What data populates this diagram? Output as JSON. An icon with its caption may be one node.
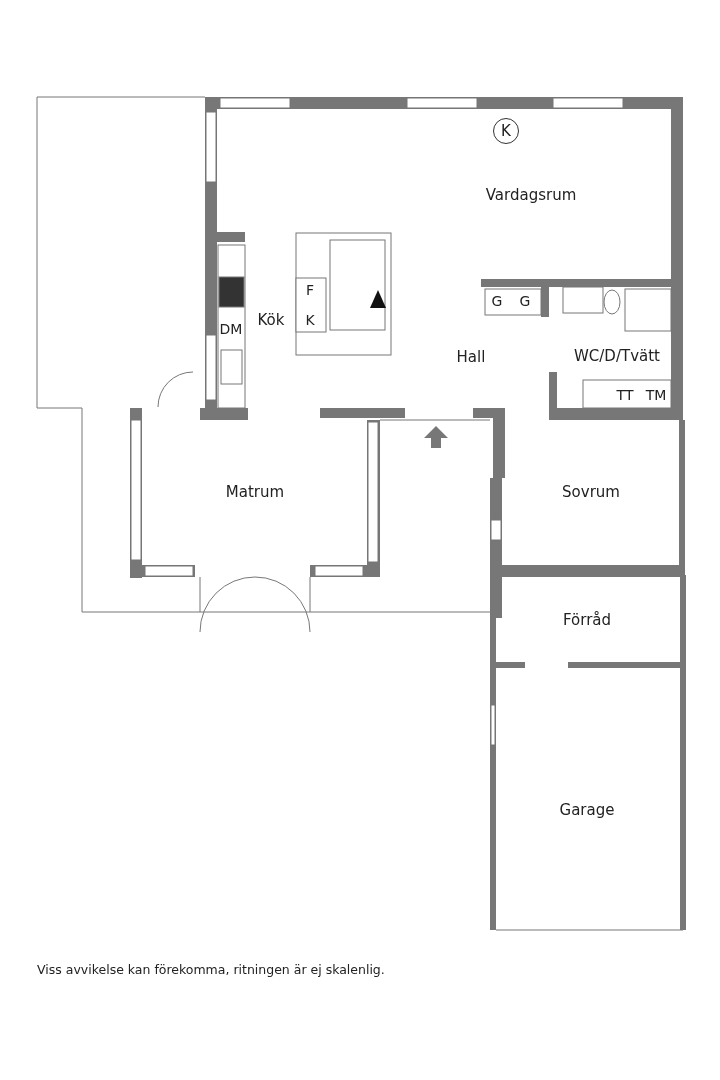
{
  "diagram": {
    "caption": "Viss avvikelse kan förekomma, ritningen är ej skalenlig.",
    "labels": [
      "K",
      "Vardagsrum",
      "F",
      "G",
      "G",
      "Kök",
      "K",
      "DM",
      "Hall",
      "WC/D/Tvätt",
      "TT",
      "TM",
      "Matrum",
      "Sovrum",
      "Förråd",
      "Garage"
    ]
  }
}
